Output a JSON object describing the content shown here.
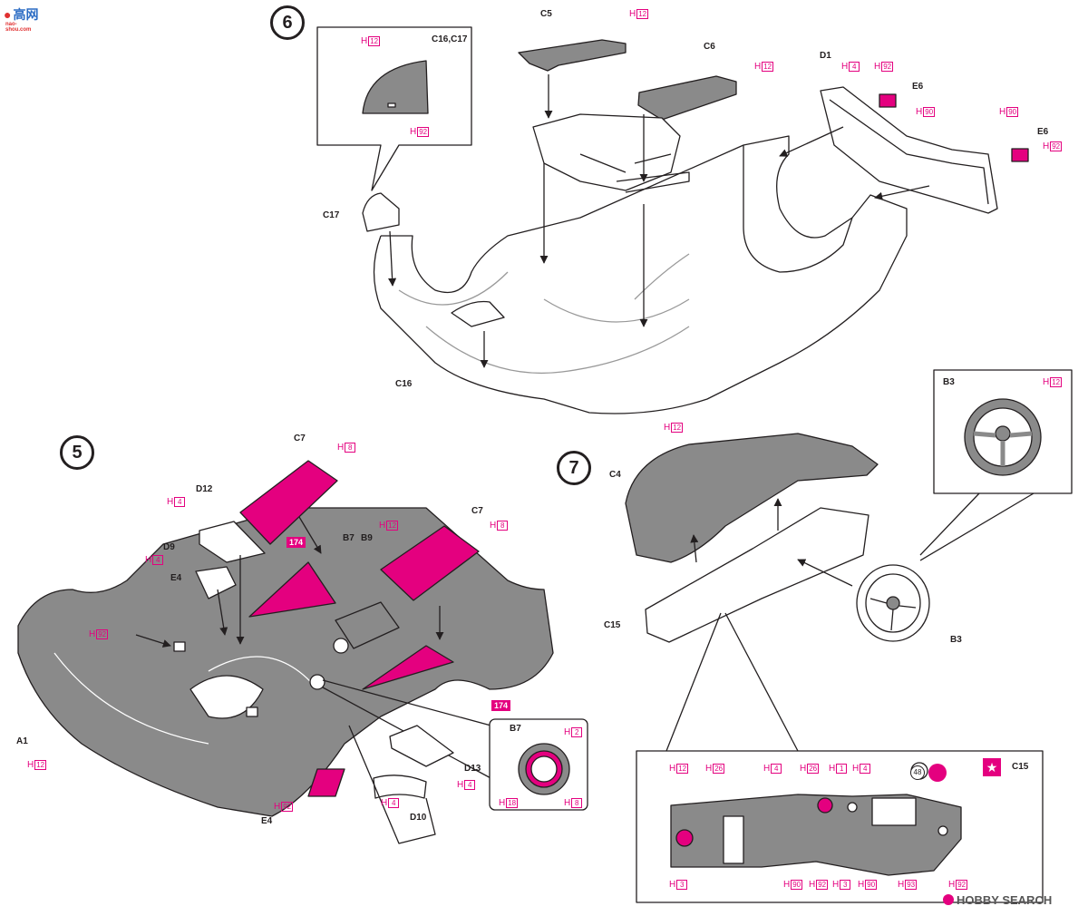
{
  "watermark": {
    "icon": "gaoda-logo",
    "name": "高网",
    "url": "nao-shou.com"
  },
  "footer_watermark": {
    "icon": "hobbysearch-logo",
    "text": "HOBBY SEARCH"
  },
  "colors": {
    "accent": "#e4007f",
    "part_fill": "#8a8a8a",
    "part_light": "#ffffff",
    "pink_part": "#e4007f"
  },
  "steps": {
    "s5": "5",
    "s6": "6",
    "s7": "7"
  },
  "step6": {
    "detail_title": "C16,C17",
    "detail_codes": {
      "top": "12",
      "bottom": "92"
    },
    "labels": {
      "c5": "C5",
      "c6": "C6",
      "d1": "D1",
      "e6a": "E6",
      "e6b": "E6",
      "c17": "C17",
      "c16": "C16"
    },
    "codes": {
      "c5": "12",
      "c6": "12",
      "d1": "4",
      "e6a_top": "92",
      "e6a_side": "90",
      "e6b_top": "90",
      "e6b_side": "92"
    }
  },
  "step5": {
    "labels": {
      "c7a": "C7",
      "c7b": "C7",
      "d12": "D12",
      "d9": "D9",
      "e4a": "E4",
      "e4b": "E4",
      "b7": "B7",
      "b9": "B9",
      "a1": "A1",
      "d13": "D13",
      "d10": "D10"
    },
    "codes": {
      "c7a": "8",
      "c7b": "8",
      "d12": "4",
      "d9": "4",
      "e4a": "92",
      "b9": "12",
      "a1": "12",
      "e4b": "92",
      "d13": "4",
      "d10": "4"
    },
    "decal": "174",
    "decal2": "174",
    "b7_detail": {
      "title": "B7",
      "codes": {
        "top": "2",
        "left": "18",
        "right": "8"
      }
    }
  },
  "step7": {
    "labels": {
      "c4": "C4",
      "c15": "C15",
      "b3": "B3"
    },
    "codes": {
      "c4": "12"
    },
    "b3_detail": {
      "title": "B3",
      "code": "12"
    },
    "c15_detail": {
      "title": "C15",
      "star_icon": "star-icon",
      "decal_no": "48",
      "top_codes": [
        "12",
        "26",
        "4",
        "26",
        "1",
        "4"
      ],
      "bottom_codes": [
        "3",
        "90",
        "92",
        "3",
        "90",
        "93",
        "92"
      ]
    }
  }
}
